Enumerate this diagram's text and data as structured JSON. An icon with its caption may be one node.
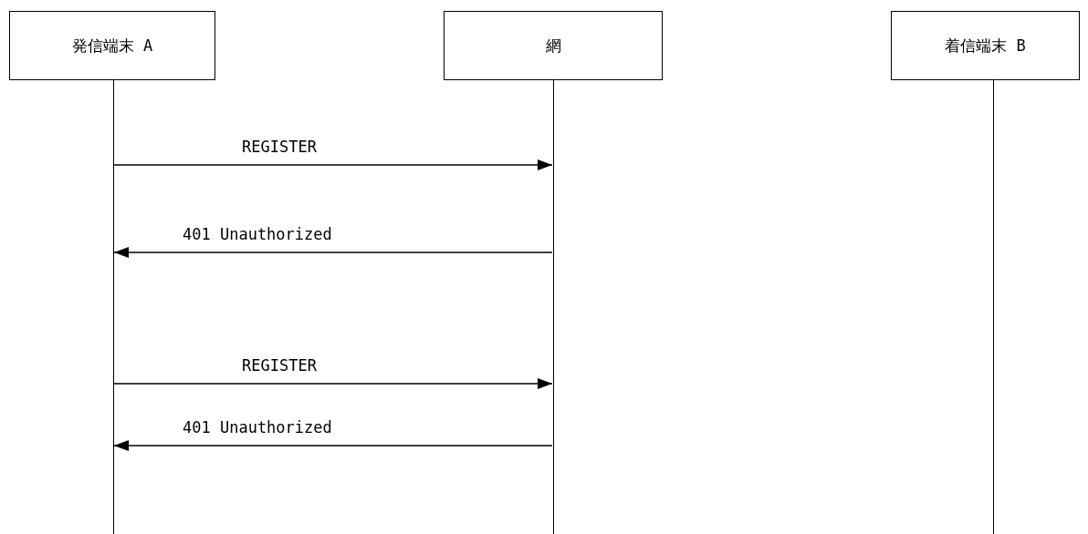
{
  "diagram": {
    "nodes": [
      {
        "text": [
          "発信端末 A"
        ]
      },
      {
        "text": [
          "網"
        ]
      },
      {
        "text": [
          "着信端末 B"
        ]
      },
      {
        "text": [],
        "shape": "line"
      },
      {
        "text": [],
        "shape": "line"
      },
      {
        "text": [],
        "shape": "line"
      }
    ],
    "edges": [
      {
        "from": 3,
        "to": 4,
        "arrow": "to",
        "label": "REGISTER"
      },
      {
        "from": 4,
        "to": 3,
        "arrow": "to",
        "label": "401 Unauthorized"
      },
      {
        "from": 3,
        "to": 4,
        "arrow": "to",
        "label": "REGISTER"
      },
      {
        "from": 4,
        "to": 3,
        "arrow": "to",
        "label": "401 Unauthorized"
      }
    ]
  }
}
